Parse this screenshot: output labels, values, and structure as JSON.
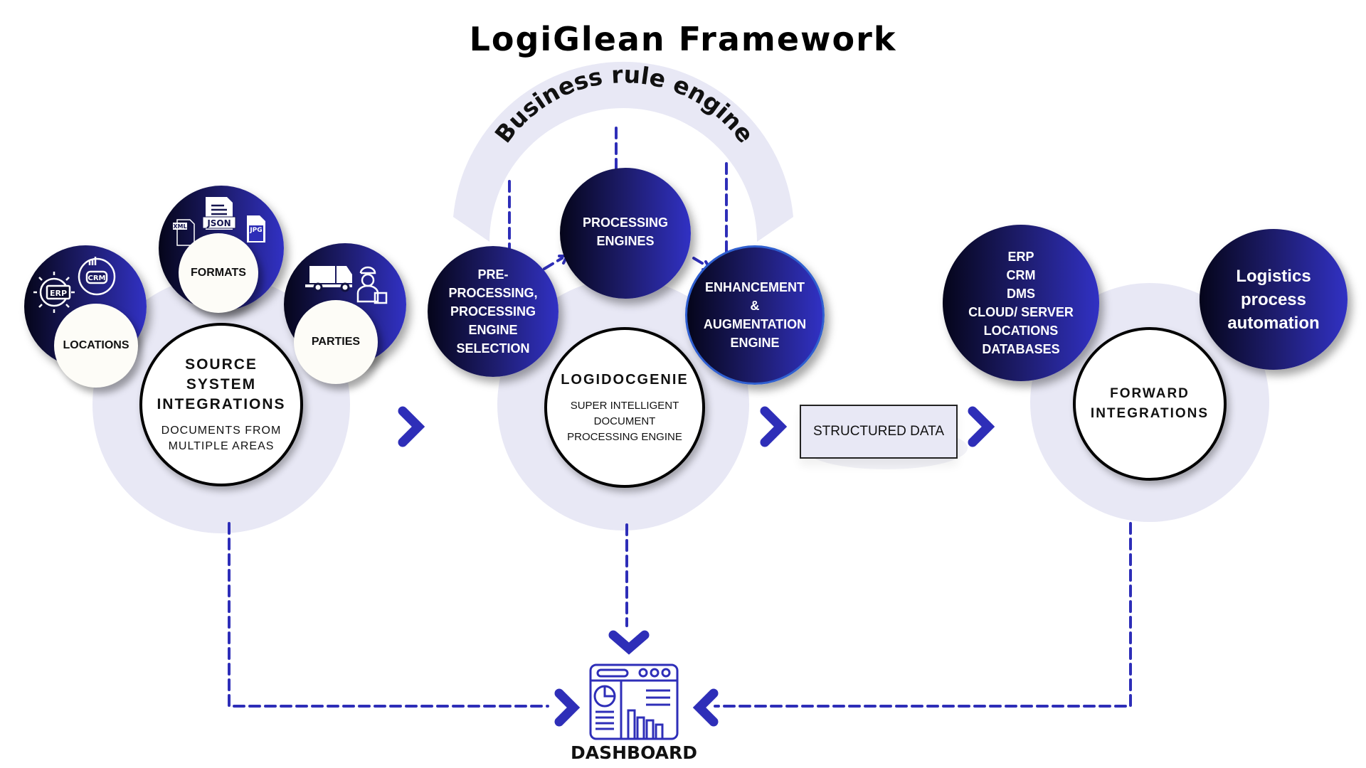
{
  "title": "LogiGlean Framework",
  "arc_label": "Business rule engine",
  "colors": {
    "accent": "#2e2eb8",
    "dark_gradient_start": "#05051a",
    "dark_gradient_end": "#3131c4",
    "lavender": "#e8e8f5"
  },
  "source": {
    "title": "SOURCE\nSYSTEM\nINTEGRATIONS",
    "subtitle": "DOCUMENTS FROM\nMULTIPLE AREAS",
    "satellites": [
      {
        "label": "LOCATIONS",
        "icons": [
          "erp-gear-icon",
          "crm-globe-icon"
        ]
      },
      {
        "label": "FORMATS",
        "icons": [
          "xml-file-icon",
          "json-file-icon",
          "jpg-file-icon"
        ],
        "icon_texts": [
          "XML",
          "JSON",
          "JPG"
        ]
      },
      {
        "label": "PARTIES",
        "icons": [
          "truck-icon",
          "delivery-person-icon"
        ]
      }
    ],
    "icon_texts": {
      "erp": "ERP",
      "crm": "CRM"
    }
  },
  "engine": {
    "title": "LOGIDOCGENIE",
    "subtitle": "SUPER INTELLIGENT\nDOCUMENT\nPROCESSING ENGINE",
    "stages": [
      {
        "label": "PRE-\nPROCESSING,\nPROCESSING\nENGINE\nSELECTION"
      },
      {
        "label": "PROCESSING\nENGINES"
      },
      {
        "label": "ENHANCEMENT\n&\nAUGMENTATION\nENGINE"
      }
    ]
  },
  "structured_data": "STRUCTURED DATA",
  "forward": {
    "title": "FORWARD\nINTEGRATIONS",
    "targets": "ERP\nCRM\nDMS\nCLOUD/ SERVER\nLOCATIONS\nDATABASES",
    "outcome": "Logistics\nprocess\nautomation"
  },
  "dashboard": {
    "label": "DASHBOARD"
  }
}
